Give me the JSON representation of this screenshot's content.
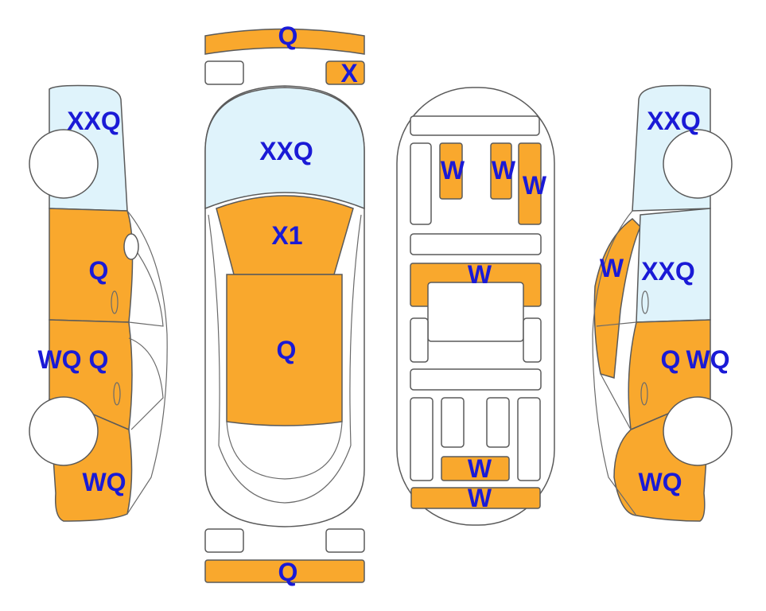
{
  "colors": {
    "damage": "#f9a82d",
    "glass": "#dff3fb",
    "outline": "#5a5a5a",
    "label": "#1a1ad6",
    "panel": "#ffffff"
  },
  "labels": {
    "front_bumper_top": "Q",
    "front_small_right": "X",
    "windshield": "XXQ",
    "hood": "X1",
    "roof": "Q",
    "rear_bumper": "Q",
    "left_front_glass": "XXQ",
    "left_front_door": "Q",
    "left_rocker": "WQ",
    "left_rear_door": "Q",
    "left_rear_quarter": "WQ",
    "right_front_glass": "XXQ",
    "right_pillar": "W",
    "right_rear_glass": "XXQ",
    "right_rear_door": "Q",
    "right_rocker": "WQ",
    "right_rear_quarter": "WQ",
    "floor_left": "W",
    "floor_mid": "W",
    "floor_right": "W",
    "floor_crossmember": "W",
    "floor_trunk_upper": "W",
    "floor_trunk_lower": "W"
  }
}
